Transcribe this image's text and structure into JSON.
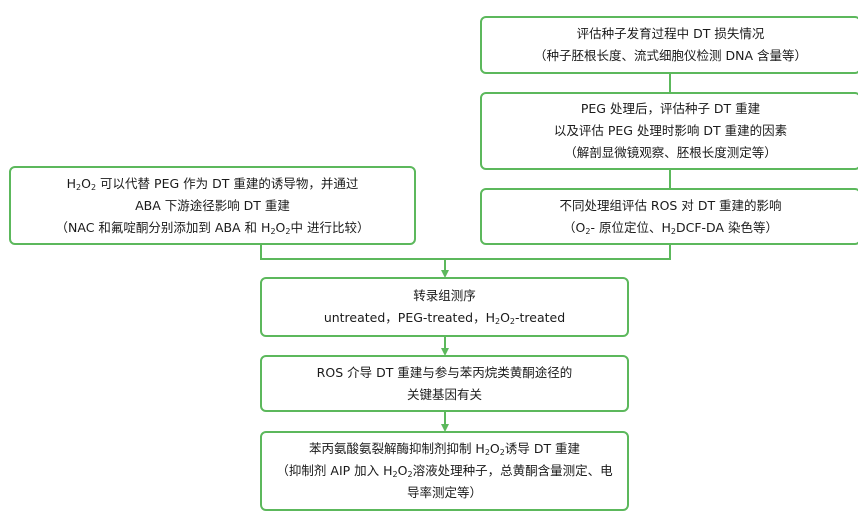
{
  "boxes": {
    "dt_loss": {
      "line1": "评估种子发育过程中 DT 损失情况",
      "line2": "（种子胚根长度、流式细胞仪检测 DNA 含量等）"
    },
    "peg_eval": {
      "line1": "PEG 处理后，评估种子 DT 重建",
      "line2": "以及评估 PEG 处理时影响 DT 重建的因素",
      "line3": "（解剖显微镜观察、胚根长度测定等）"
    },
    "ros_eval": {
      "line1": "不同处理组评估 ROS 对 DT 重建的影响",
      "line2": {
        "open": "（O",
        "sub_a": "2",
        "mid": "- 原位定位、H",
        "sub_b": "2",
        "rest": "DCF-DA 染色等）"
      }
    },
    "h2o2": {
      "line1": {
        "pre": "H",
        "sub_a": "2",
        "mid": "O",
        "sub_b": "2",
        "rest": " 可以代替 PEG 作为 DT 重建的诱导物，并通过"
      },
      "line2": "ABA 下游途径影响 DT 重建",
      "line3": {
        "pre": "（NAC 和氟啶酮分别添加到 ABA 和 H",
        "sub_a": "2",
        "mid": "O",
        "sub_b": "2",
        "rest": "中 进行比较）"
      }
    },
    "transcriptome": {
      "line1": "转录组测序",
      "line2": {
        "pre": "untreated，PEG-treated，H",
        "sub_a": "2",
        "mid": "O",
        "sub_b": "2",
        "rest": "-treated"
      }
    },
    "ros_genes": {
      "line1": "ROS 介导 DT 重建与参与苯丙烷类黄酮途径的",
      "line2": "关键基因有关"
    },
    "pal": {
      "line1": {
        "pre": "苯丙氨酸氨裂解酶抑制剂抑制 H",
        "sub_a": "2",
        "mid": "O",
        "sub_b": "2",
        "rest": "诱导 DT 重建"
      },
      "line2": {
        "pre": "（抑制剂 AIP 加入 H",
        "sub_a": "2",
        "mid": "O",
        "sub_b": "2",
        "rest": "溶液处理种子，总黄酮含量测定、电导率测定等）"
      }
    }
  },
  "colors": {
    "border": "#5cb85c",
    "connector": "#5cb85c",
    "text": "#1a1a1a"
  }
}
